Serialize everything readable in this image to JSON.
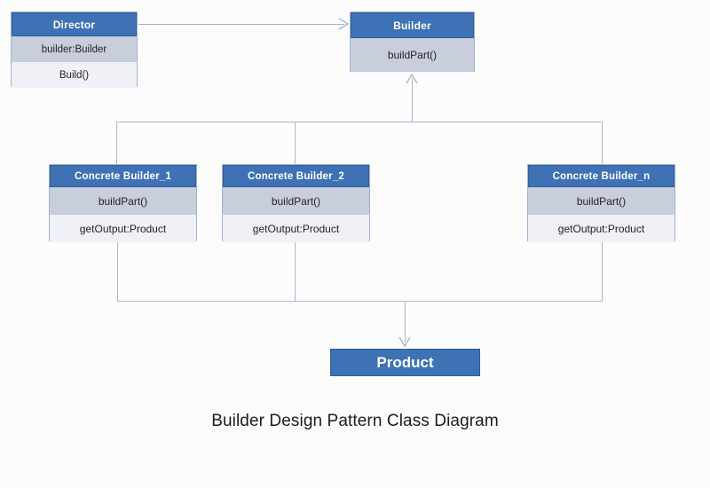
{
  "diagram": {
    "title": "Builder Design Pattern Class Diagram",
    "background_color": "#fcfcfd",
    "accent_color": "#3f72b4",
    "header_border_color": "#2f5d99",
    "band_mid_color": "#c9cedc",
    "band_light_color": "#eff1f6",
    "connector_color": "#a9b6c9"
  },
  "classes": {
    "director": {
      "name": "Director",
      "attributes": [
        "builder:Builder"
      ],
      "operations": [
        "Build()"
      ]
    },
    "builder": {
      "name": "Builder",
      "operations": [
        "buildPart()"
      ]
    },
    "concrete_builder_1": {
      "name": "Concrete Builder_1",
      "operations": [
        "buildPart()",
        "getOutput:Product"
      ]
    },
    "concrete_builder_2": {
      "name": "Concrete Builder_2",
      "operations": [
        "buildPart()",
        "getOutput:Product"
      ]
    },
    "concrete_builder_n": {
      "name": "Concrete Builder_n",
      "operations": [
        "buildPart()",
        "getOutput:Product"
      ]
    },
    "product": {
      "name": "Product"
    }
  },
  "relationships": [
    {
      "from": "Director",
      "to": "Builder",
      "type": "association",
      "arrow": "open"
    },
    {
      "from": "Concrete Builder_1",
      "to": "Builder",
      "type": "generalization",
      "arrow": "open"
    },
    {
      "from": "Concrete Builder_2",
      "to": "Builder",
      "type": "generalization",
      "arrow": "open"
    },
    {
      "from": "Concrete Builder_n",
      "to": "Builder",
      "type": "generalization",
      "arrow": "open"
    },
    {
      "from": "Concrete Builder_1",
      "to": "Product",
      "type": "dependency",
      "arrow": "open"
    },
    {
      "from": "Concrete Builder_2",
      "to": "Product",
      "type": "dependency",
      "arrow": "open"
    },
    {
      "from": "Concrete Builder_n",
      "to": "Product",
      "type": "dependency",
      "arrow": "open"
    }
  ]
}
